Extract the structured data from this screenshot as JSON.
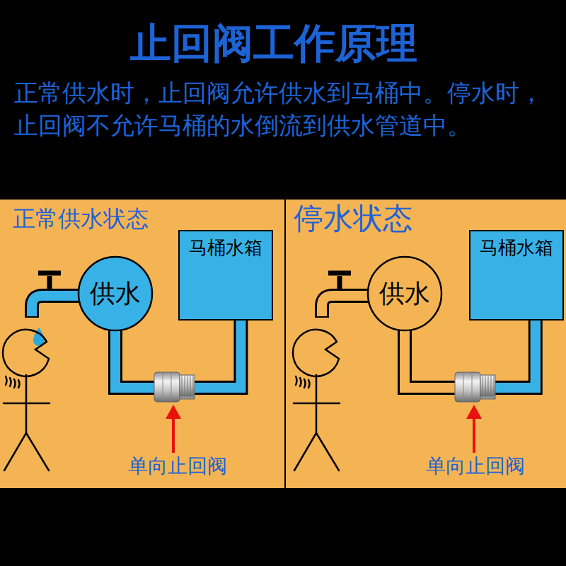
{
  "diagram": {
    "title": "止回阀工作原理",
    "nodes": [
      {
        "text": [
          "正常供水状态"
        ]
      },
      {
        "text": [
          "供水"
        ],
        "in": 0
      },
      {
        "text": [
          "马桶水箱"
        ],
        "in": 0
      },
      {
        "text": [
          "停水状态"
        ]
      },
      {
        "text": [
          "供水"
        ],
        "in": 3
      },
      {
        "text": [
          "马桶水箱"
        ],
        "in": 3
      }
    ],
    "edges": [
      {
        "from": 1,
        "to": 2,
        "arrow": "none"
      },
      {
        "from": 4,
        "to": 5,
        "arrow": "none"
      }
    ],
    "labels": [
      "正常供水时，止回阀允许供水到马桶中。停水时，止回阀不允许马桶的水倒流到供水管道中。",
      "单向止回阀",
      "单向止回阀"
    ]
  }
}
